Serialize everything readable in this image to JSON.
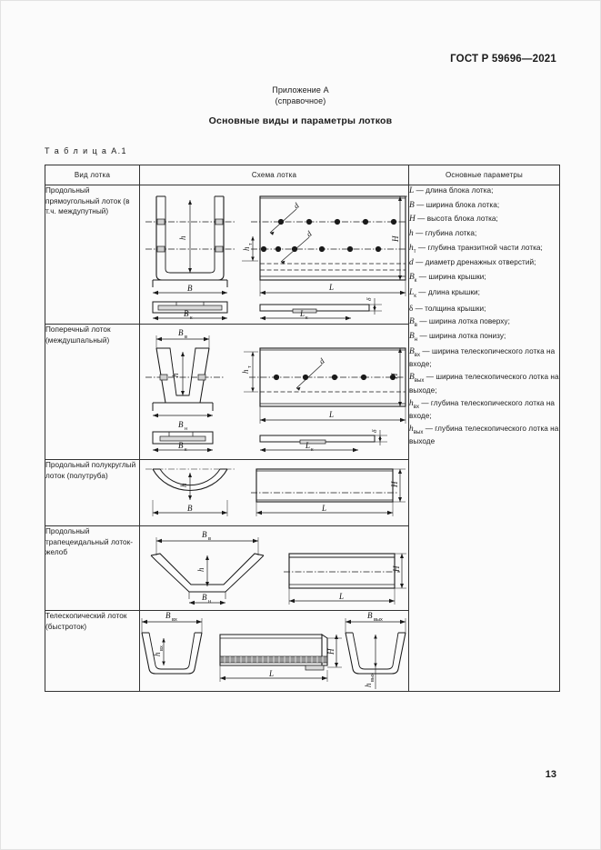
{
  "header": {
    "standard": "ГОСТ Р 59696—2021"
  },
  "annex": {
    "line1": "Приложение А",
    "line2": "(справочное)",
    "title": "Основные виды и параметры лотков"
  },
  "table": {
    "caption": "Т а б л и ц а  А.1",
    "columns": {
      "kind": "Вид лотка",
      "scheme": "Схема лотка",
      "parameters": "Основные параметры"
    },
    "rows": [
      {
        "kind": "Продольный прямоугольный лоток (в т.ч. междупутный)"
      },
      {
        "kind": "Поперечный лоток (междушпальный)"
      },
      {
        "kind": "Продольный полукруглый лоток (полутруба)"
      },
      {
        "kind": "Продольный трапецеидальный лоток-желоб"
      },
      {
        "kind": "Телескопический лоток (быстроток)"
      }
    ],
    "parameters": [
      {
        "symbol": "L",
        "sub": "",
        "text": "— длина блока лотка;"
      },
      {
        "symbol": "B",
        "sub": "",
        "text": "— ширина блока лотка;"
      },
      {
        "symbol": "H",
        "sub": "",
        "text": "— высота блока лотка;"
      },
      {
        "symbol": "h",
        "sub": "",
        "text": "— глубина лотка;"
      },
      {
        "symbol": "h",
        "sub": "т",
        "text": "— глубина транзитной части лотка;"
      },
      {
        "symbol": "d",
        "sub": "",
        "text": "— диаметр дренажных отверстий;"
      },
      {
        "symbol": "B",
        "sub": "к",
        "text": "— ширина крышки;"
      },
      {
        "symbol": "L",
        "sub": "к",
        "text": "— длина крышки;"
      },
      {
        "symbol": "δ",
        "sub": "",
        "text": "— толщина крышки;"
      },
      {
        "symbol": "B",
        "sub": "в",
        "text": "— ширина лотка поверху;"
      },
      {
        "symbol": "B",
        "sub": "н",
        "text": "— ширина лотка понизу;"
      },
      {
        "symbol": "B",
        "sub": "вх",
        "text": "— ширина телескопического лотка на входе;"
      },
      {
        "symbol": "B",
        "sub": "вых",
        "text": "— ширина телескопического лотка на выходе;"
      },
      {
        "symbol": "h",
        "sub": "вх",
        "text": "— глубина телескопического лотка на входе;"
      },
      {
        "symbol": "h",
        "sub": "вых",
        "text": "— глубина телескопического лотка на выходе"
      }
    ]
  },
  "drawing_labels": {
    "h": "h",
    "h_t": "h",
    "h_t_sub": "т",
    "B": "B",
    "L": "L",
    "H": "H",
    "d": "d",
    "B_k": "B",
    "B_k_sub": "к",
    "L_k": "L",
    "L_k_sub": "к",
    "delta": "δ",
    "B_v": "B",
    "B_v_sub": "в",
    "B_n": "B",
    "B_n_sub": "н",
    "B_vh": "B",
    "B_vh_sub": "вх",
    "B_vyh": "B",
    "B_vyh_sub": "вых",
    "h_vh": "h",
    "h_vh_sub": "вх",
    "h_vyh": "h",
    "h_vyh_sub": "вых"
  },
  "footer": {
    "page_number": "13"
  }
}
